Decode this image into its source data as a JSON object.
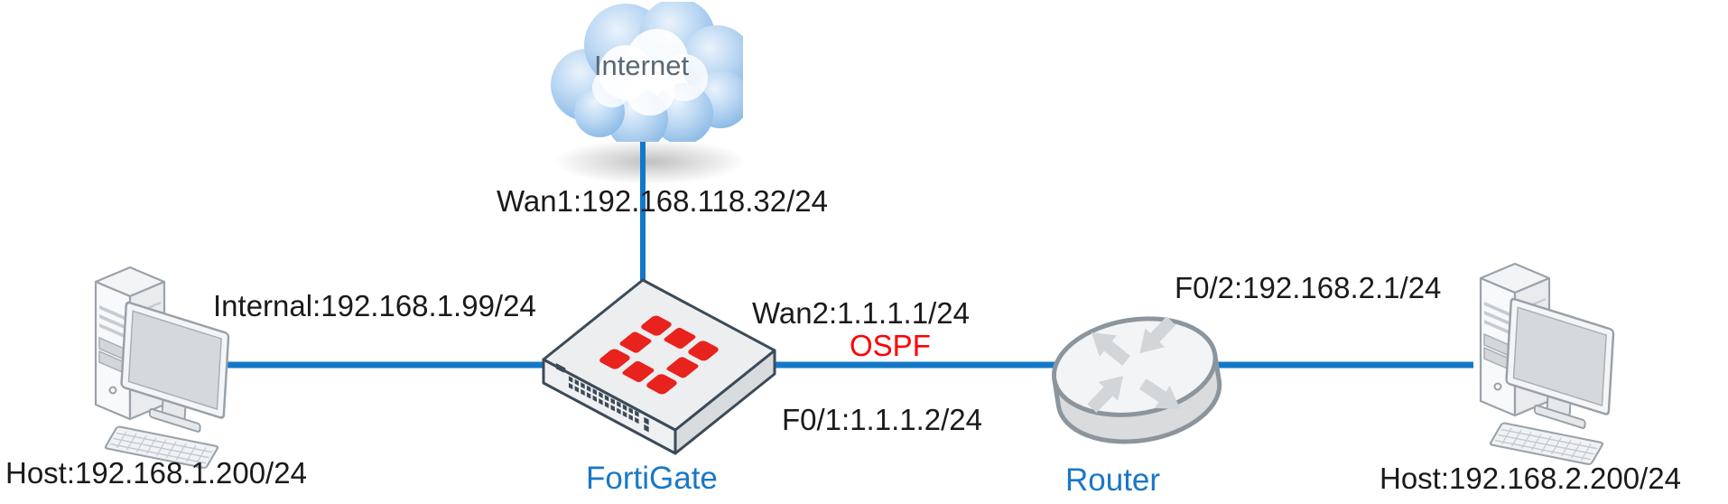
{
  "diagram_type": "network-topology",
  "colors": {
    "link_blue": "#1478c8",
    "device_label_blue": "#1878c8",
    "ospf_red": "#ff0000",
    "label_black": "#1a1a1a",
    "fortinet_logo_red": "#e8231d",
    "cloud_blue": "#7fb2e2",
    "internet_text_gray": "#5a6771"
  },
  "nodes": {
    "internet": {
      "label": "Internet",
      "icon": "internet-cloud-icon"
    },
    "fortigate": {
      "label": "FortiGate",
      "icon": "fortigate-appliance-icon"
    },
    "router": {
      "label": "Router",
      "icon": "router-icon"
    },
    "host_left": {
      "label": "Host:192.168.1.200/24",
      "icon": "desktop-computer-icon"
    },
    "host_right": {
      "label": "Host:192.168.2.200/24",
      "icon": "desktop-computer-icon"
    }
  },
  "interfaces": {
    "wan1": "Wan1:192.168.118.32/24",
    "internal": "Internal:192.168.1.99/24",
    "wan2": "Wan2:1.1.1.1/24",
    "ospf": "OSPF",
    "f0_1": "F0/1:1.1.1.2/24",
    "f0_2": "F0/2:192.168.2.1/24"
  }
}
